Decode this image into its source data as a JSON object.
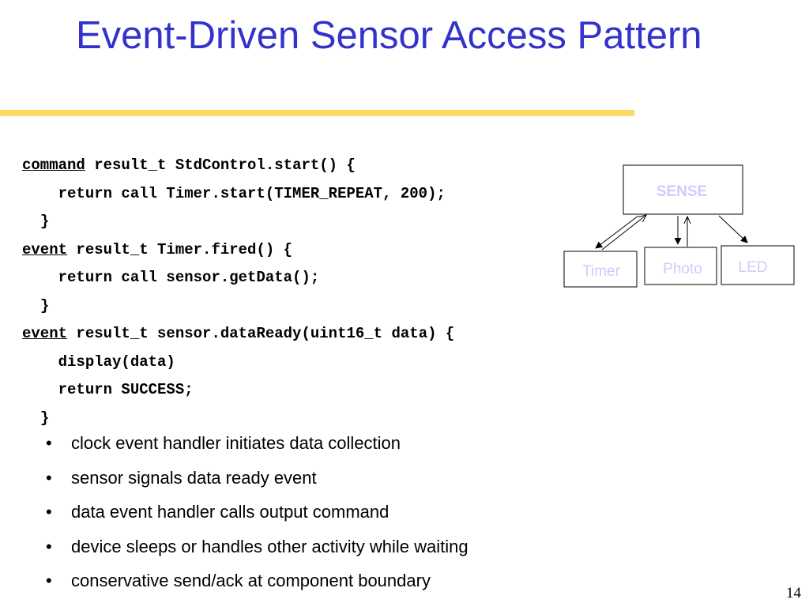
{
  "slide": {
    "title": "Event-Driven Sensor Access Pattern",
    "page_number": "14",
    "accent_color": "#3333cc",
    "bar_color": "#ffd966"
  },
  "code": {
    "lines": [
      {
        "keyword": "command",
        "rest": " result_t StdControl.start() {"
      },
      {
        "indent": "    ",
        "rest": "return call Timer.start(TIMER_REPEAT, 200);"
      },
      {
        "indent": "  ",
        "rest": "}"
      },
      {
        "keyword": "event",
        "rest": " result_t Timer.fired() {"
      },
      {
        "indent": "    ",
        "rest": "return call sensor.getData();"
      },
      {
        "indent": "  ",
        "rest": "}"
      },
      {
        "keyword": "event",
        "rest": " result_t sensor.dataReady(uint16_t data) {"
      },
      {
        "indent": "    ",
        "rest": "display(data)"
      },
      {
        "indent": "    ",
        "rest": "return SUCCESS;"
      },
      {
        "indent": "  ",
        "rest": "}"
      }
    ]
  },
  "bullets": [
    "clock event handler initiates data collection",
    "sensor signals data ready event",
    "data event handler calls output command",
    "device sleeps or handles other activity while waiting",
    "conservative send/ack at component boundary"
  ],
  "diagram": {
    "sense_label": "SENSE",
    "timer_label": "Timer",
    "photo_label": "Photo",
    "led_label": "LED",
    "label_color": "#ccccff"
  }
}
